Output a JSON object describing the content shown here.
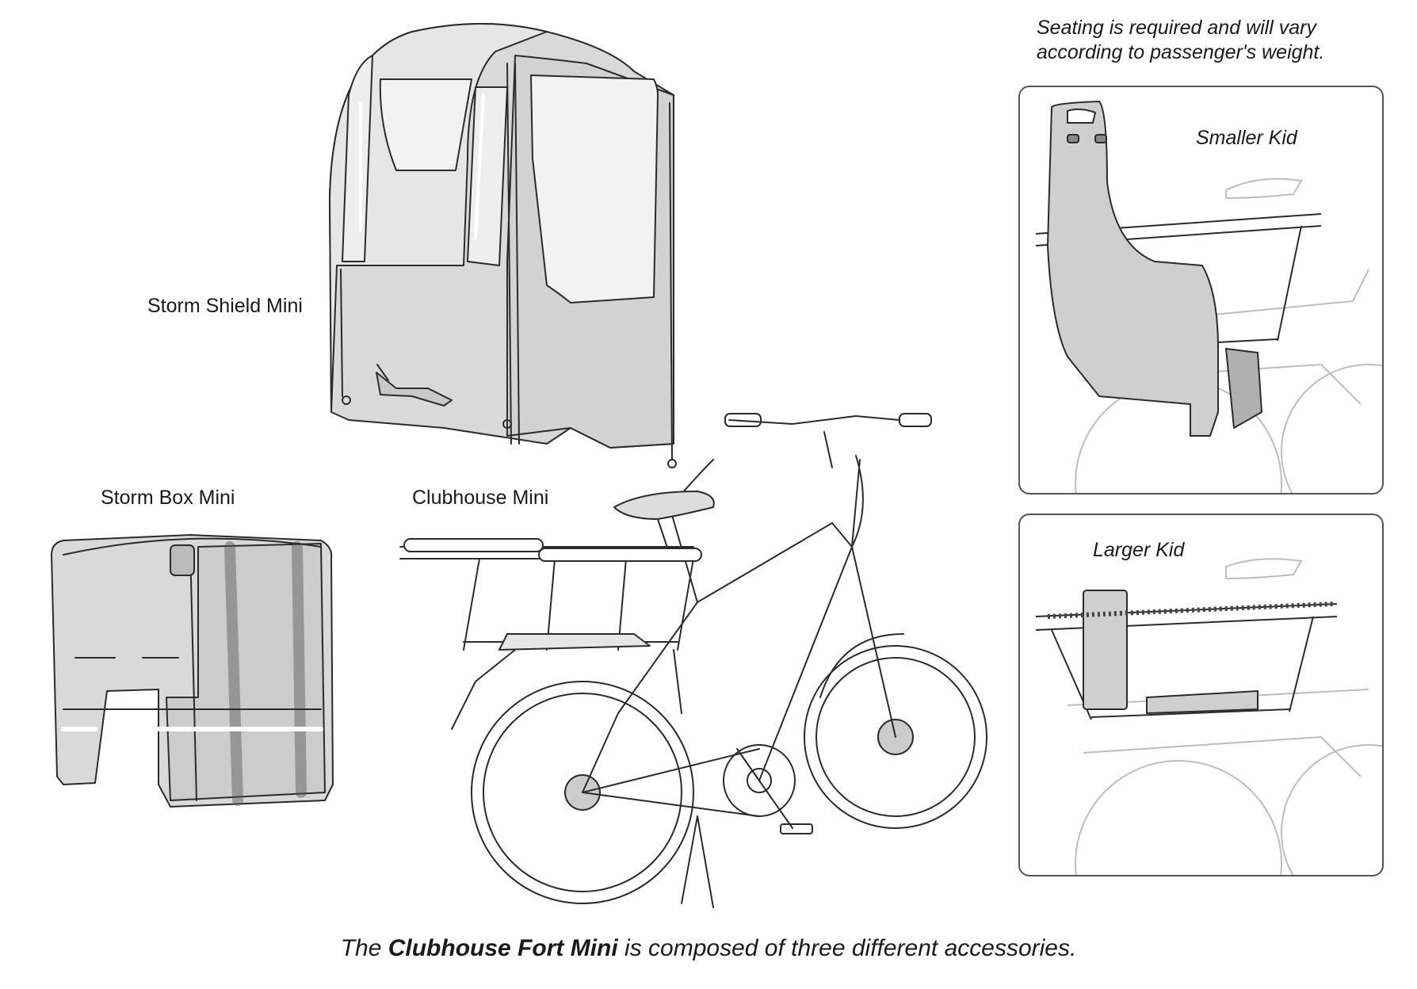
{
  "labels": {
    "storm_shield": "Storm Shield Mini",
    "storm_box": "Storm Box Mini",
    "clubhouse": "Clubhouse Mini",
    "smaller_kid": "Smaller Kid",
    "larger_kid": "Larger Kid"
  },
  "seating_note": {
    "line1": "Seating is required and will vary",
    "line2": "according to passenger's weight."
  },
  "caption": {
    "prefix": "The ",
    "bold": "Clubhouse Fort Mini",
    "suffix": " is composed of three different accessories."
  },
  "colors": {
    "line": "#2b2b2b",
    "fabric": "#d9d9d9",
    "fabric_dark": "#b8b8b8",
    "window": "#f0f0f0",
    "faded": "#bdbdbd"
  }
}
